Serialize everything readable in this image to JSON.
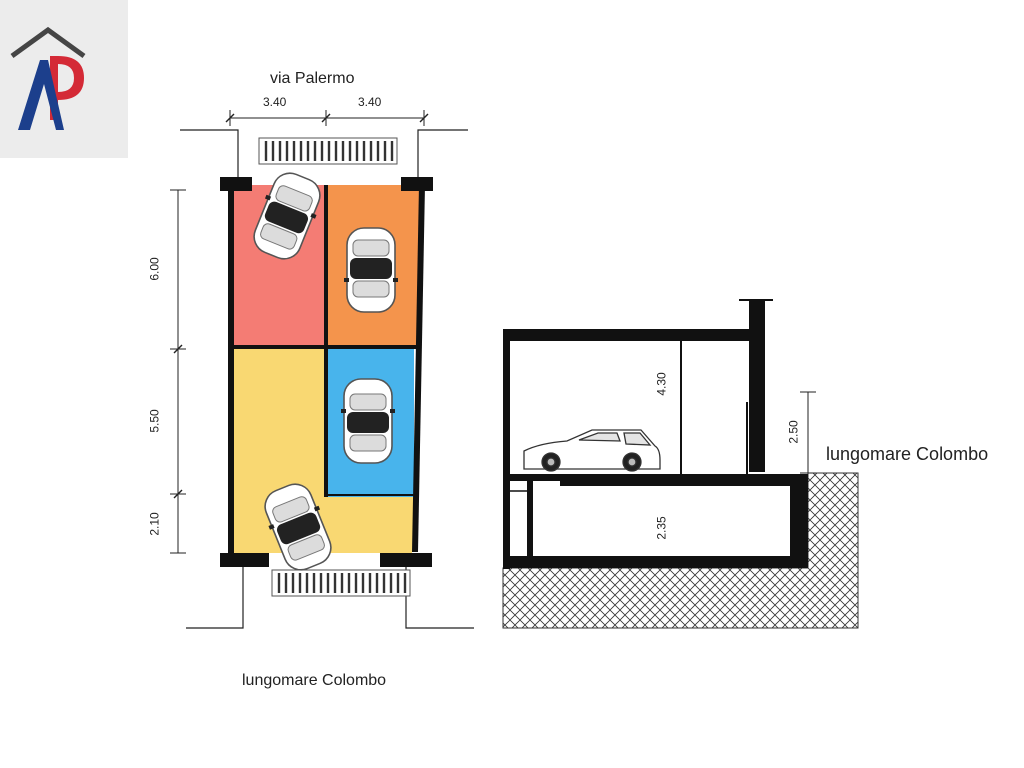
{
  "plan": {
    "top_street": "via Palermo",
    "bottom_street": "lungomare Colombo",
    "widths": [
      "3.40",
      "3.40"
    ],
    "lengths": [
      "6.00",
      "5.50",
      "2.10"
    ],
    "spaces": [
      {
        "id": "space-1",
        "color": "#f47c74"
      },
      {
        "id": "space-2",
        "color": "#f4944c"
      },
      {
        "id": "space-3",
        "color": "#f9d872"
      },
      {
        "id": "space-4",
        "color": "#48b4ec"
      }
    ]
  },
  "section": {
    "upper_height": "4.30",
    "lower_height": "2.35",
    "street_height": "2.50",
    "street": "lungomare Colombo"
  },
  "colors": {
    "logo_blue": "#1c3f8c",
    "logo_red": "#d42a36",
    "roof": "#454545"
  }
}
